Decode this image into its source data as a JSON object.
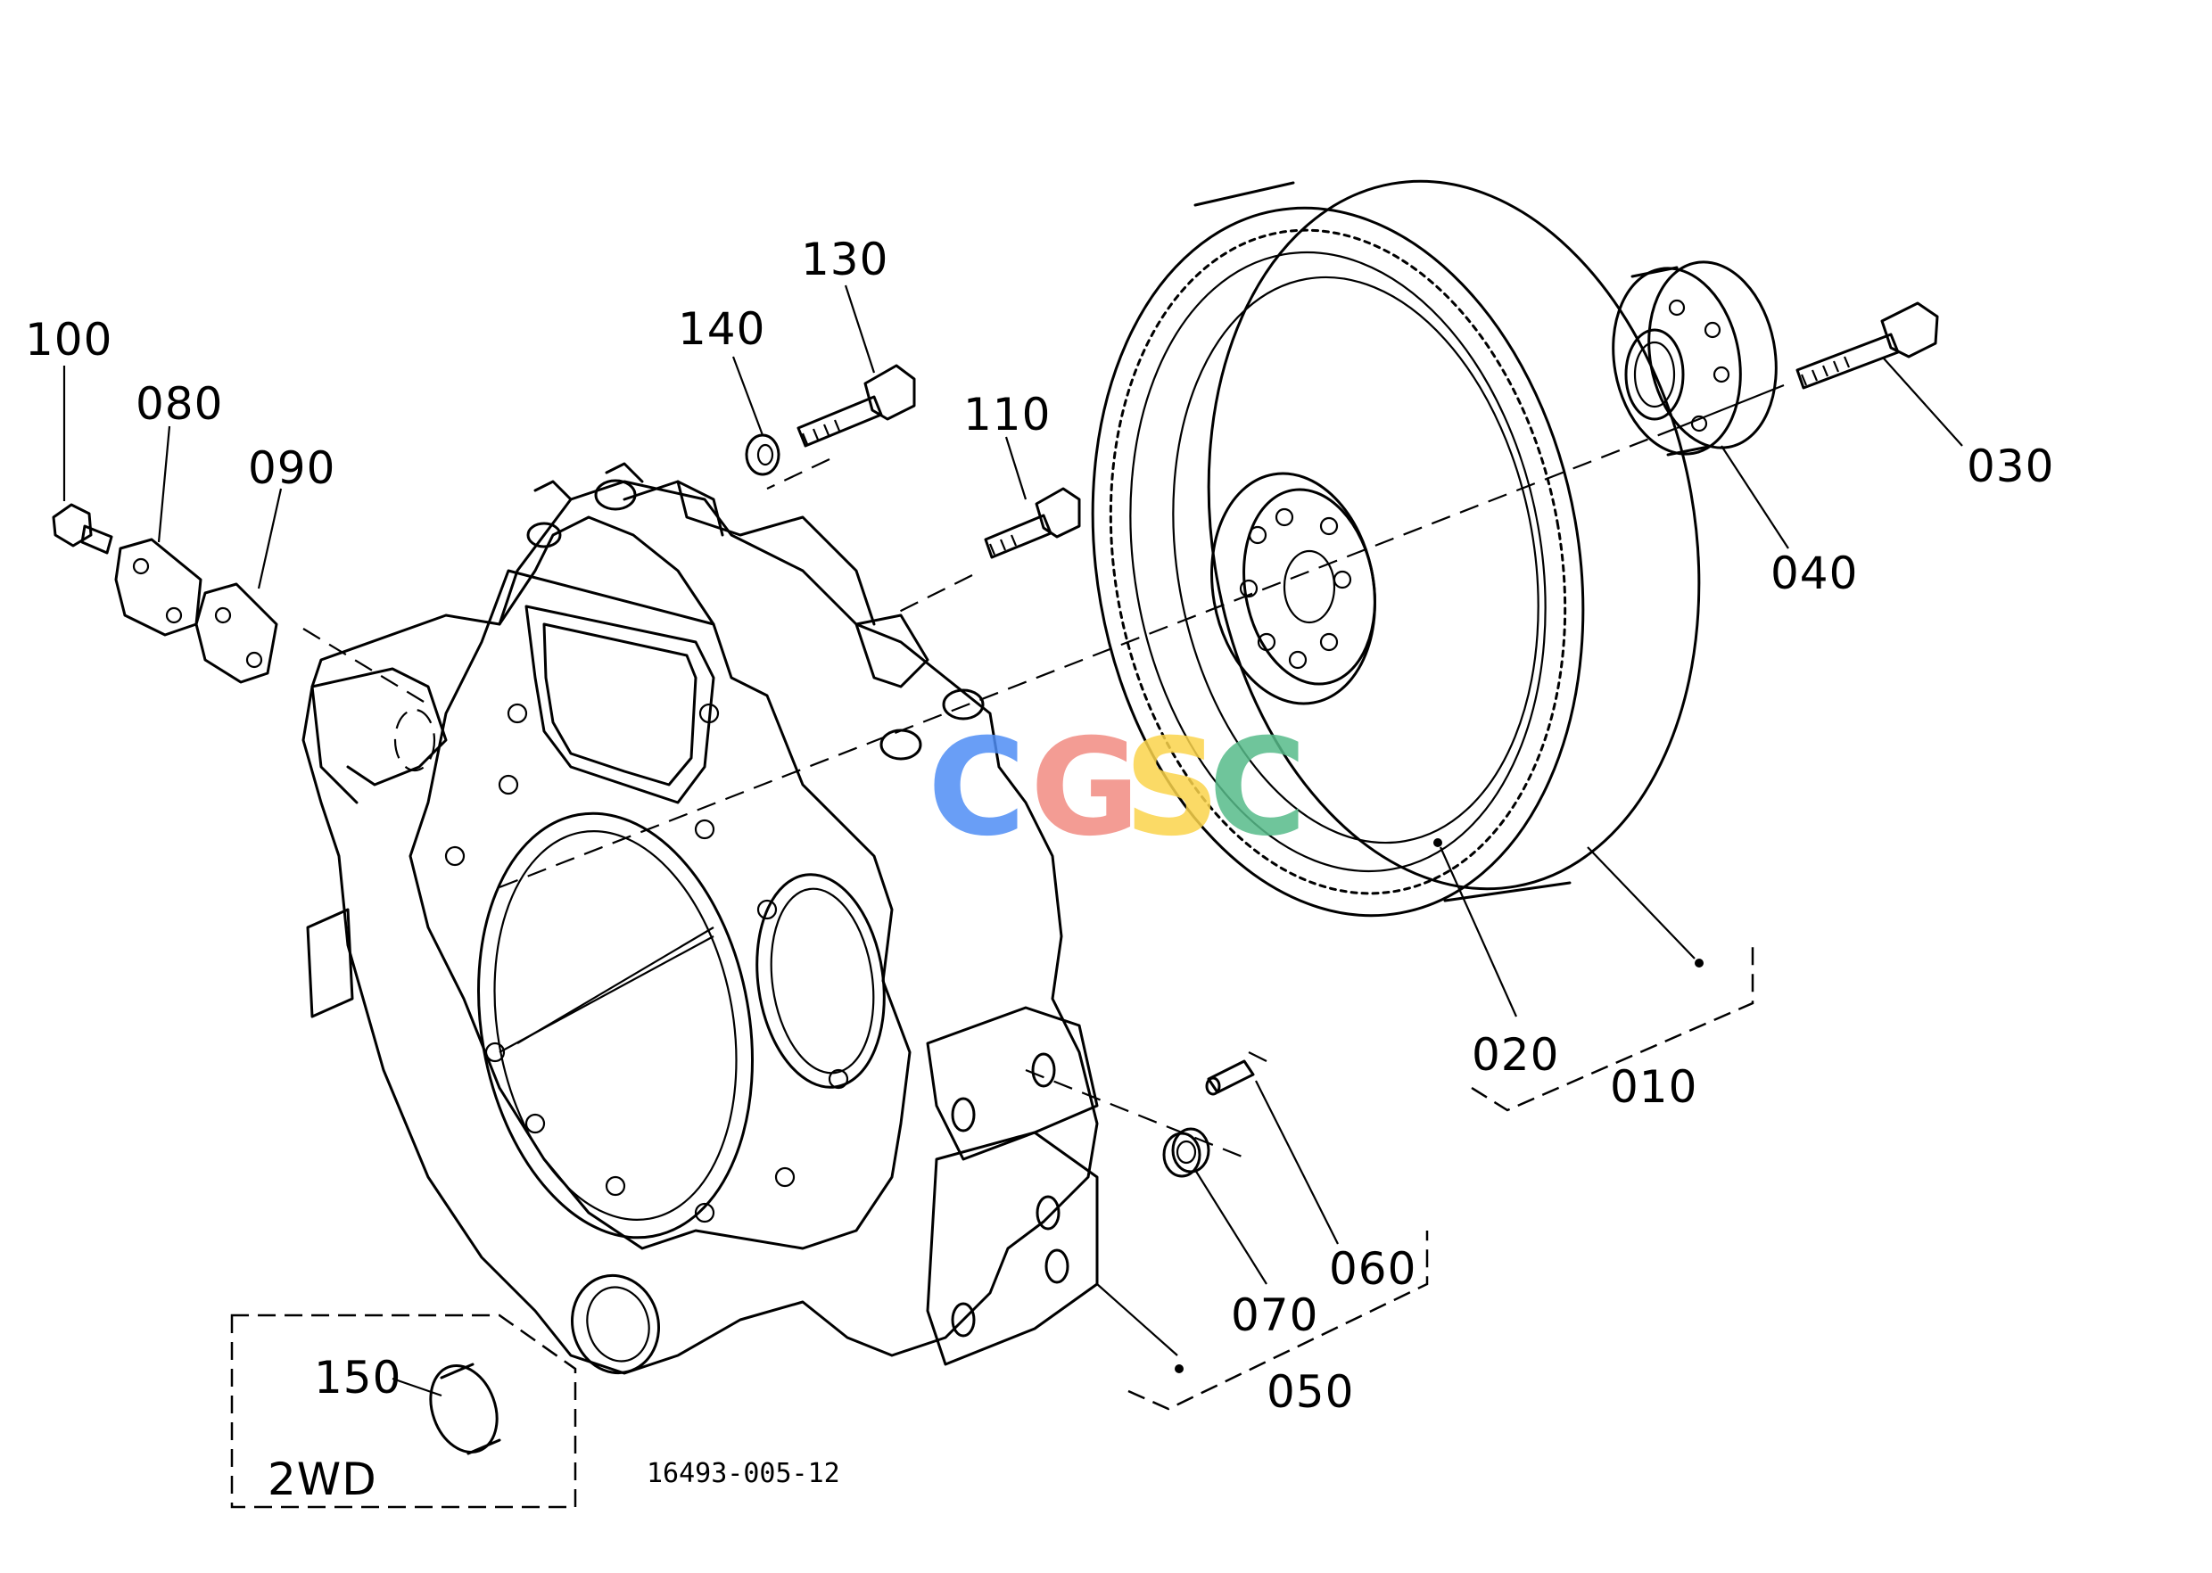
{
  "callouts": {
    "c100": "100",
    "c080": "080",
    "c090": "090",
    "c140": "140",
    "c130": "130",
    "c110": "110",
    "c030": "030",
    "c040": "040",
    "c020": "020",
    "c010": "010",
    "c060": "060",
    "c070": "070",
    "c050": "050",
    "c150": "150"
  },
  "group_label_2wd": "2WD",
  "drawing_number": "16493-005-12",
  "watermark": {
    "letters": [
      "C",
      "G",
      "S",
      "C"
    ],
    "colors": [
      "#4f8ef5",
      "#f28b82",
      "#fbd44c",
      "#57bb8a"
    ]
  }
}
